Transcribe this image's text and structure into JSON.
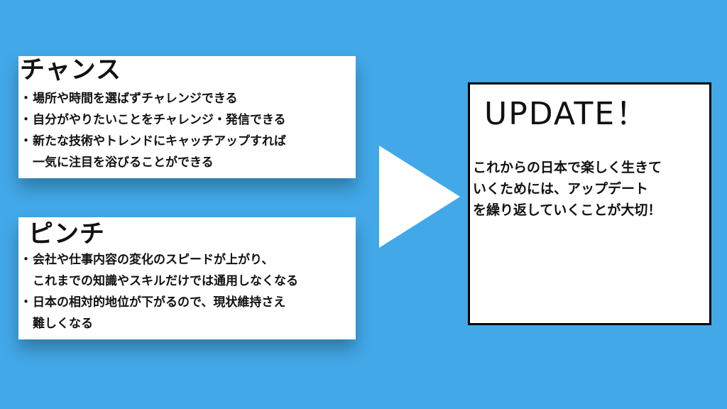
{
  "chance": {
    "title": "チャンス",
    "bullet_mark": "・",
    "items": [
      {
        "lines": [
          "場所や時間を選ばずチャレンジできる"
        ]
      },
      {
        "lines": [
          "自分がやりたいことをチャレンジ・発信できる"
        ]
      },
      {
        "lines": [
          "新たな技術やトレンドにキャッチアップすれば",
          "一気に注目を浴びることができる"
        ]
      }
    ]
  },
  "pinch": {
    "title": "ピンチ",
    "bullet_mark": "・",
    "items": [
      {
        "lines": [
          "会社や仕事内容の変化のスピードが上がり、",
          "これまでの知識やスキルだけでは通用しなくなる"
        ]
      },
      {
        "lines": [
          "日本の相対的地位が下がるので、現状維持さえ",
          "難しくなる"
        ]
      }
    ]
  },
  "update": {
    "title": "UPDATE！",
    "body_lines": [
      "これからの日本で楽しく生きて",
      "いくためには、アップデート",
      "を繰り返していくことが大切！"
    ]
  },
  "colors": {
    "background": "#42a8e8",
    "card": "#ffffff",
    "text": "#111111",
    "update_border": "#000000"
  }
}
